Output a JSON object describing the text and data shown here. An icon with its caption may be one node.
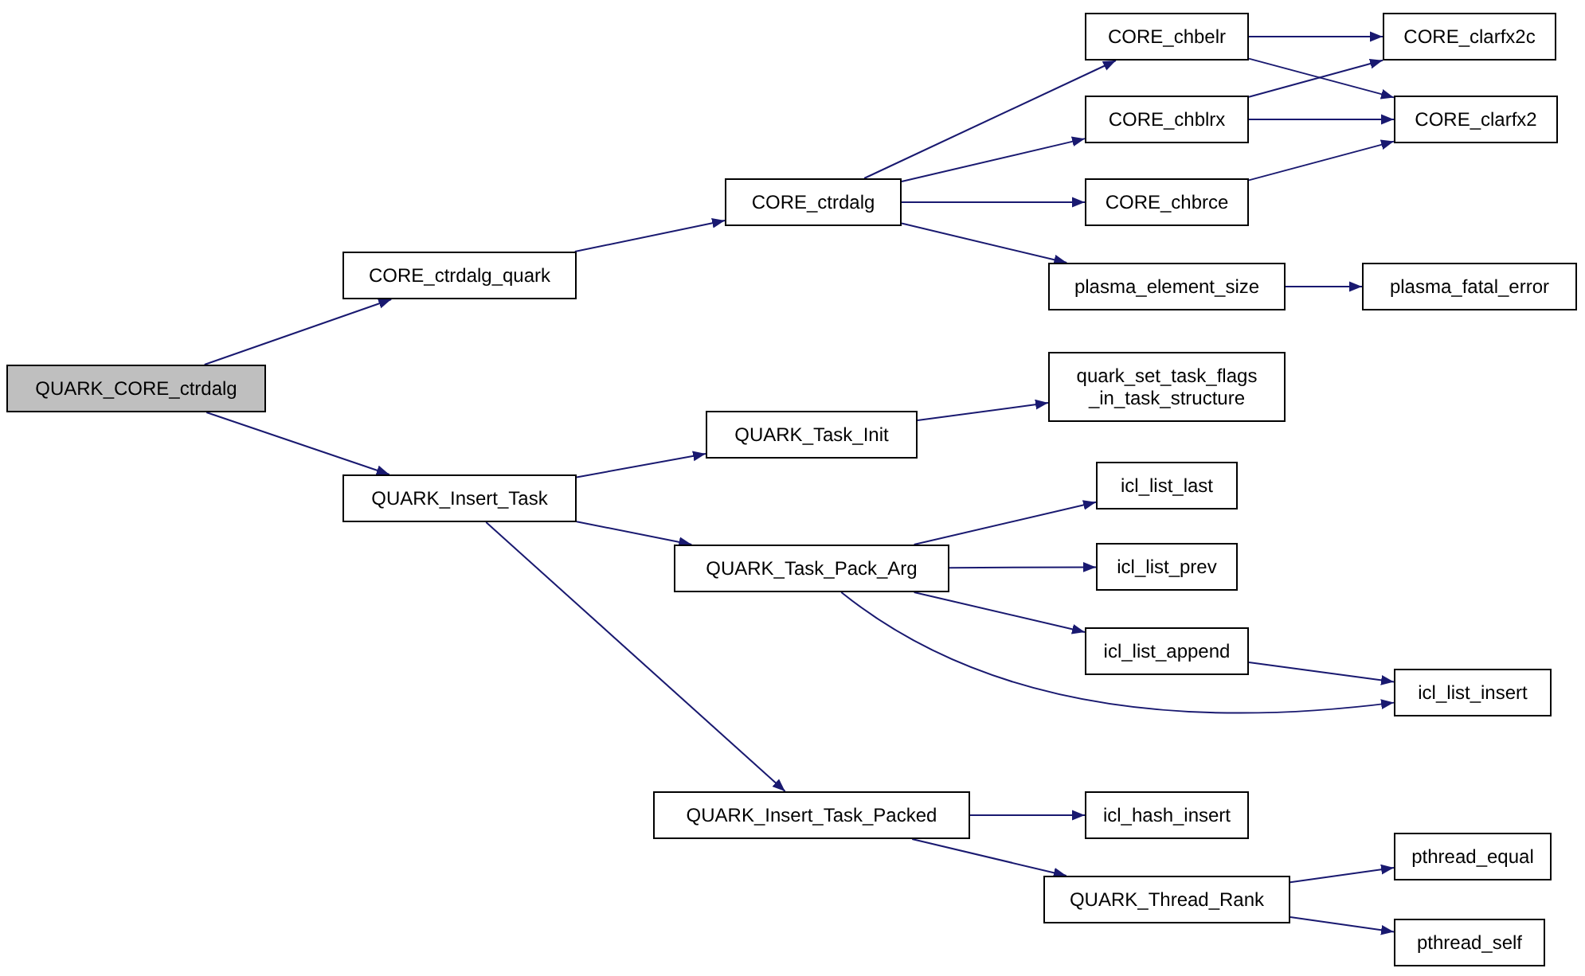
{
  "diagram": {
    "nodes": [
      {
        "text": [
          "QUARK_CORE_ctrdalg"
        ]
      },
      {
        "text": [
          "CORE_ctrdalg_quark"
        ]
      },
      {
        "text": [
          "QUARK_Insert_Task"
        ]
      },
      {
        "text": [
          "CORE_ctrdalg"
        ]
      },
      {
        "text": [
          "QUARK_Task_Init"
        ]
      },
      {
        "text": [
          "QUARK_Task_Pack_Arg"
        ]
      },
      {
        "text": [
          "QUARK_Insert_Task_Packed"
        ]
      },
      {
        "text": [
          "CORE_chbelr"
        ]
      },
      {
        "text": [
          "CORE_chblrx"
        ]
      },
      {
        "text": [
          "CORE_chbrce"
        ]
      },
      {
        "text": [
          "plasma_element_size"
        ]
      },
      {
        "text": [
          "quark_set_task_flags _in_task_structure"
        ]
      },
      {
        "text": [
          "icl_list_last"
        ]
      },
      {
        "text": [
          "icl_list_prev"
        ]
      },
      {
        "text": [
          "icl_list_append"
        ]
      },
      {
        "text": [
          "icl_hash_insert"
        ]
      },
      {
        "text": [
          "QUARK_Thread_Rank"
        ]
      },
      {
        "text": [
          "CORE_clarfx2c"
        ]
      },
      {
        "text": [
          "CORE_clarfx2"
        ]
      },
      {
        "text": [
          "plasma_fatal_error"
        ]
      },
      {
        "text": [
          "icl_list_insert"
        ]
      },
      {
        "text": [
          "pthread_equal"
        ]
      },
      {
        "text": [
          "pthread_self"
        ]
      }
    ],
    "edges": [
      {
        "from": 0,
        "to": 1,
        "arrow": "to"
      },
      {
        "from": 0,
        "to": 2,
        "arrow": "to"
      },
      {
        "from": 1,
        "to": 3,
        "arrow": "to"
      },
      {
        "from": 2,
        "to": 4,
        "arrow": "to"
      },
      {
        "from": 2,
        "to": 5,
        "arrow": "to"
      },
      {
        "from": 2,
        "to": 6,
        "arrow": "to"
      },
      {
        "from": 3,
        "to": 7,
        "arrow": "to"
      },
      {
        "from": 3,
        "to": 8,
        "arrow": "to"
      },
      {
        "from": 3,
        "to": 9,
        "arrow": "to"
      },
      {
        "from": 3,
        "to": 10,
        "arrow": "to"
      },
      {
        "from": 4,
        "to": 11,
        "arrow": "to"
      },
      {
        "from": 5,
        "to": 12,
        "arrow": "to"
      },
      {
        "from": 5,
        "to": 13,
        "arrow": "to"
      },
      {
        "from": 5,
        "to": 14,
        "arrow": "to"
      },
      {
        "from": 5,
        "to": 20,
        "arrow": "to"
      },
      {
        "from": 6,
        "to": 15,
        "arrow": "to"
      },
      {
        "from": 6,
        "to": 16,
        "arrow": "to"
      },
      {
        "from": 7,
        "to": 17,
        "arrow": "to"
      },
      {
        "from": 7,
        "to": 18,
        "arrow": "to"
      },
      {
        "from": 8,
        "to": 17,
        "arrow": "to"
      },
      {
        "from": 8,
        "to": 18,
        "arrow": "to"
      },
      {
        "from": 9,
        "to": 18,
        "arrow": "to"
      },
      {
        "from": 10,
        "to": 19,
        "arrow": "to"
      },
      {
        "from": 14,
        "to": 20,
        "arrow": "to"
      },
      {
        "from": 16,
        "to": 21,
        "arrow": "to"
      },
      {
        "from": 16,
        "to": 22,
        "arrow": "to"
      }
    ]
  }
}
